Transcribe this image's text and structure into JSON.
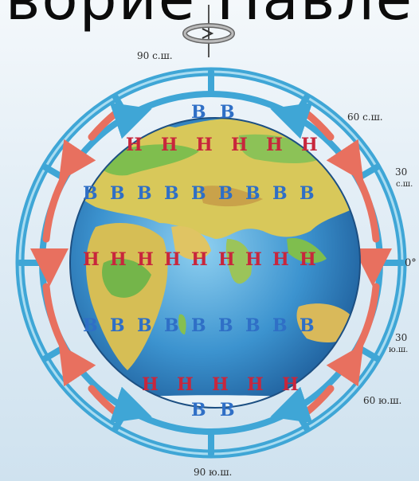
{
  "title": "ворие Навле",
  "latitudes": {
    "n90": "90 с.ш.",
    "n60": "60 с.ш.",
    "n30_num": "30",
    "n30_unit": "с.ш.",
    "eq": "0°",
    "s30_num": "30",
    "s30_unit": "ю.ш.",
    "s60": "60 ю.ш.",
    "s90": "90 ю.ш."
  },
  "pressure_letters": {
    "high": "В",
    "low": "Н"
  },
  "belt_counts": {
    "north_polar_B": 2,
    "north_60_H": 6,
    "north_30_B": 9,
    "equator_H": 9,
    "south_30_B": 9,
    "south_60_H": 5,
    "south_polar_B": 2
  },
  "colors": {
    "cold_air": "#3fa6d6",
    "warm_air": "#e8705f",
    "low_letter": "#c8263c",
    "high_letter": "#2f6fc6",
    "ocean": "#3c93cf",
    "land": "#d6c65a"
  }
}
